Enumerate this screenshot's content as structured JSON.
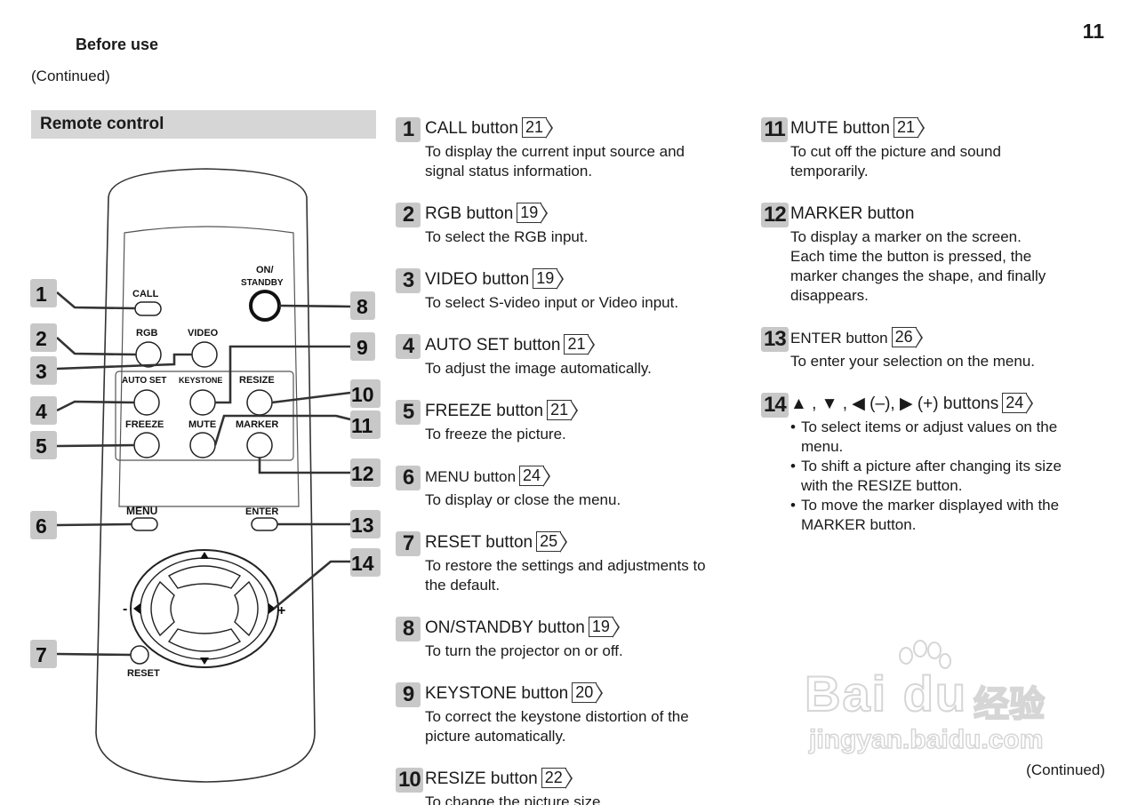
{
  "header": {
    "section": "Before use",
    "continued": "(Continued)",
    "page_number": "11"
  },
  "footer": {
    "continued": "(Continued)"
  },
  "section_title": "Remote control",
  "remote_labels": {
    "call": "CALL",
    "rgb": "RGB",
    "video": "VIDEO",
    "on_standby_1": "ON/",
    "on_standby_2": "STANDBY",
    "auto_set": "AUTO SET",
    "keystone": "KEYSTONE",
    "resize": "RESIZE",
    "freeze": "FREEZE",
    "mute": "MUTE",
    "marker": "MARKER",
    "menu": "MENU",
    "enter": "ENTER",
    "reset": "RESET",
    "minus": "-",
    "plus": "+"
  },
  "callouts": [
    "1",
    "2",
    "3",
    "4",
    "5",
    "6",
    "7",
    "8",
    "9",
    "10",
    "11",
    "12",
    "13",
    "14"
  ],
  "items": [
    {
      "num": "1",
      "title": "CALL button",
      "page": "21",
      "desc": [
        "To display the current input source and",
        "signal status information."
      ]
    },
    {
      "num": "2",
      "title": "RGB button",
      "page": "19",
      "desc": [
        "To select the RGB input."
      ]
    },
    {
      "num": "3",
      "title": "VIDEO button",
      "page": "19",
      "desc": [
        "To select S-video input or Video input."
      ]
    },
    {
      "num": "4",
      "title": "AUTO SET button",
      "page": "21",
      "desc": [
        "To adjust the image automatically."
      ]
    },
    {
      "num": "5",
      "title": "FREEZE button",
      "page": "21",
      "desc": [
        "To freeze the picture."
      ]
    },
    {
      "num": "6",
      "title": "MENU button",
      "page": "24",
      "desc": [
        "To display or close the menu."
      ]
    },
    {
      "num": "7",
      "title": "RESET button",
      "page": "25",
      "desc": [
        "To restore the settings and adjustments to",
        "the default."
      ]
    },
    {
      "num": "8",
      "title": "ON/STANDBY button",
      "page": "19",
      "desc": [
        "To turn the projector on or off."
      ]
    },
    {
      "num": "9",
      "title": "KEYSTONE button",
      "page": "20",
      "desc": [
        "To correct the keystone distortion of the",
        "picture automatically."
      ]
    },
    {
      "num": "10",
      "title": "RESIZE button",
      "page": "22",
      "desc": [
        "To change the picture size."
      ]
    },
    {
      "num": "11",
      "title": "MUTE button",
      "page": "21",
      "desc": [
        "To cut off the picture and sound",
        "temporarily."
      ]
    },
    {
      "num": "12",
      "title": "MARKER button",
      "page": "",
      "desc": [
        "To display a marker on the screen.",
        "Each time the button is pressed, the",
        "marker changes the shape, and finally",
        "disappears."
      ]
    },
    {
      "num": "13",
      "title": "ENTER button",
      "page": "26",
      "desc": [
        "To enter your selection on the menu."
      ]
    },
    {
      "num": "14",
      "title": "▲ , ▼ , ◀ (–), ▶ (+) buttons",
      "page": "24",
      "bullets": [
        [
          "To select items or adjust values on the",
          "menu."
        ],
        [
          "To shift a picture after changing its size",
          "with the RESIZE button."
        ],
        [
          "To move the marker displayed with the",
          "MARKER button."
        ]
      ]
    }
  ],
  "watermark": {
    "brand": "Bai du",
    "chinese": "经验",
    "url": "jingyan.baidu.com"
  }
}
